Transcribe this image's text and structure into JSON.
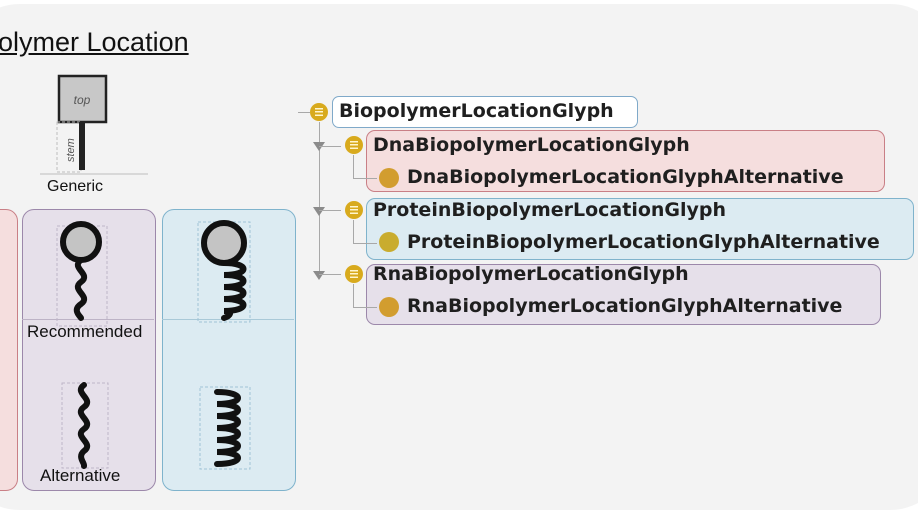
{
  "title": "olymer Location",
  "generic_label": "Generic",
  "generic_glyph": {
    "top_label": "top",
    "stem_label": "stem"
  },
  "recommended_label": "Recommended",
  "alternative_label": "Alternative",
  "hierarchy": {
    "root": "BiopolymerLocationGlyph",
    "children": [
      {
        "label": "DnaBiopolymerLocationGlyph",
        "child": "DnaBiopolymerLocationGlyphAlternative",
        "color": "#f5dede",
        "border": "#c97f86"
      },
      {
        "label": "ProteinBiopolymerLocationGlyph",
        "child": "ProteinBiopolymerLocationGlyphAlternative",
        "color": "#dcebf2",
        "border": "#7fb3cc"
      },
      {
        "label": "RnaBiopolymerLocationGlyph",
        "child": "RnaBiopolymerLocationGlyphAlternative",
        "color": "#e6e0ea",
        "border": "#9c88aa"
      }
    ]
  },
  "colors": {
    "dna": "#f5dede",
    "protein": "#dcebf2",
    "rna": "#e6e0ea",
    "class_icon": "#d8aa1d",
    "individual_icon": "#d29d2f"
  }
}
